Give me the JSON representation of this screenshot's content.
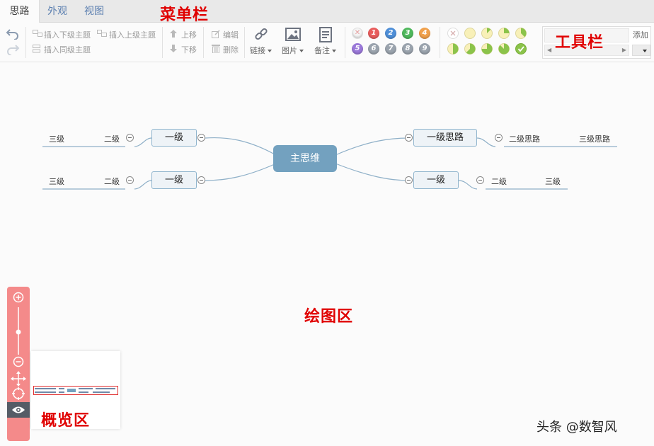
{
  "menubar": {
    "tabs": [
      {
        "label": "思路",
        "active": true
      },
      {
        "label": "外观",
        "active": false
      },
      {
        "label": "视图",
        "active": false
      }
    ]
  },
  "toolbar": {
    "insert_child": "插入下级主题",
    "insert_parent": "插入上级主题",
    "insert_sibling": "插入同级主题",
    "move_up": "上移",
    "move_down": "下移",
    "edit": "编辑",
    "delete": "删除",
    "link": "链接",
    "image": "图片",
    "note": "备注",
    "priorities": [
      {
        "label": "",
        "color": "#f4f4f4"
      },
      {
        "label": "1",
        "color": "#e85c5c"
      },
      {
        "label": "2",
        "color": "#4f8fd8"
      },
      {
        "label": "3",
        "color": "#4fb85c"
      },
      {
        "label": "4",
        "color": "#f0a04b"
      },
      {
        "label": "5",
        "color": "#9a78d8"
      },
      {
        "label": "6",
        "color": "#9aa3ad"
      },
      {
        "label": "7",
        "color": "#9aa3ad"
      },
      {
        "label": "8",
        "color": "#9aa3ad"
      },
      {
        "label": "9",
        "color": "#9aa3ad"
      }
    ],
    "progress_levels": [
      0,
      0,
      0.125,
      0.25,
      0.375,
      0.5,
      0.625,
      0.75,
      0.875,
      1
    ],
    "add_label": "添加"
  },
  "annotations": {
    "menubar_label": "菜单栏",
    "toolbar_label": "工具栏",
    "canvas_label": "绘图区",
    "overview_label": "概览区"
  },
  "mindmap": {
    "root": "主思维",
    "left_top": {
      "level1": "一级",
      "level2": "二级",
      "level3": "三级"
    },
    "left_bottom": {
      "level1": "一级",
      "level2": "二级",
      "level3": "三级"
    },
    "right_top": {
      "level1": "一级思路",
      "level2": "二级思路",
      "level3": "三级思路"
    },
    "right_bottom": {
      "level1": "一级",
      "level2": "二级",
      "level3": "三级"
    }
  },
  "watermark": "头条 @数智风",
  "colors": {
    "accent": "#73a1bf",
    "annotation": "#e00000",
    "navigator": "#f48a8a"
  }
}
